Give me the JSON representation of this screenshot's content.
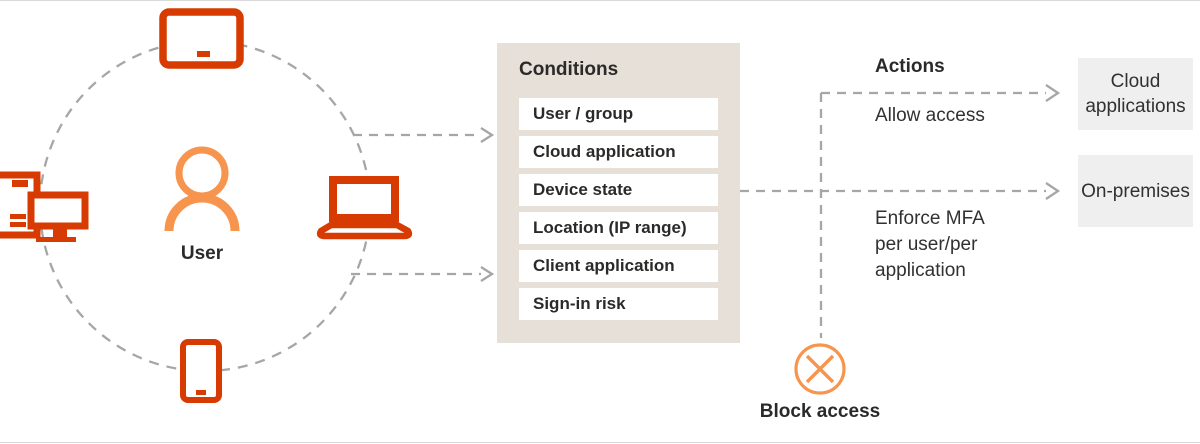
{
  "diagram": {
    "user_group": {
      "label": "User",
      "devices": [
        "tablet",
        "desktop-pc",
        "laptop",
        "phone"
      ]
    },
    "conditions": {
      "title": "Conditions",
      "items": [
        "User / group",
        "Cloud application",
        "Device state",
        "Location (IP range)",
        "Client application",
        "Sign-in risk"
      ]
    },
    "actions": {
      "title": "Actions",
      "allow_label": "Allow access",
      "enforce_label": "Enforce MFA per user/per application",
      "block_label": "Block access"
    },
    "targets": {
      "cloud_label": "Cloud applications",
      "on_premises_label": "On-premises"
    },
    "colors": {
      "device_icon": "#D83B01",
      "user_icon": "#F7944D",
      "block_icon": "#F7944D",
      "conditions_bg": "#E7E0D9",
      "condition_row_bg": "#FFFFFF",
      "target_box_bg": "#EFEFEF",
      "connector": "#A6A6A6",
      "text": "#2B2A29"
    }
  }
}
